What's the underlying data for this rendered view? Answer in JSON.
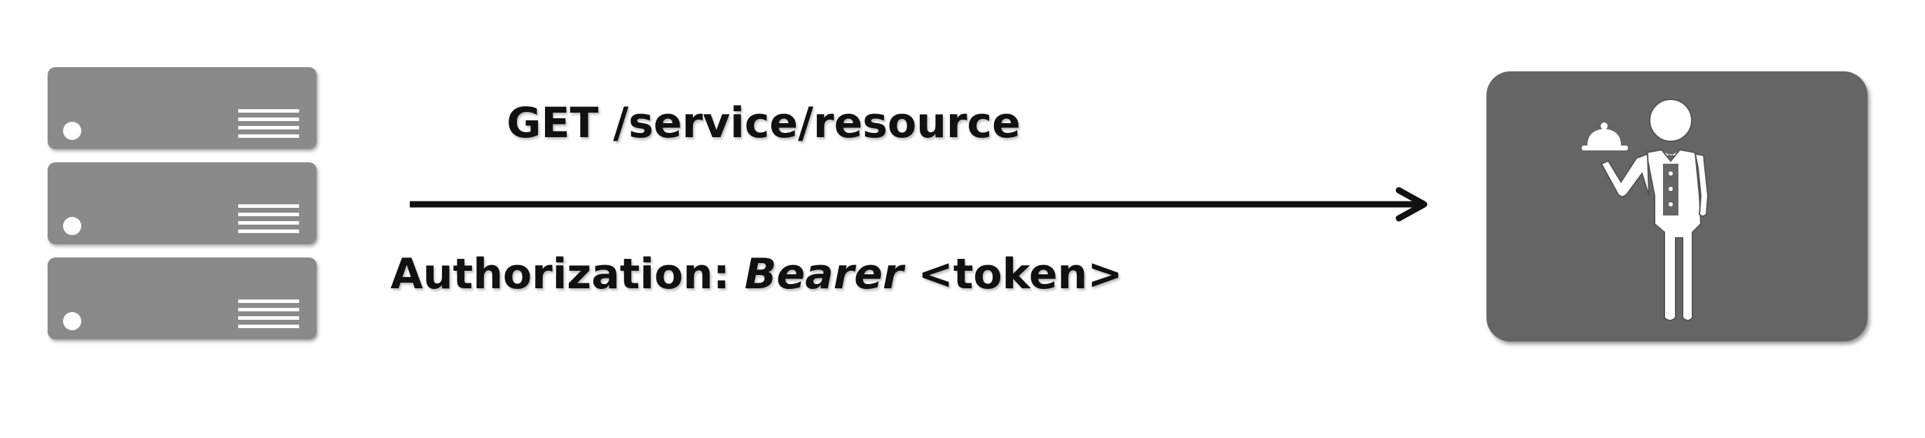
{
  "diagram": {
    "client": {
      "icon": "server-rack-icon",
      "units": 3
    },
    "request": {
      "method_path": "GET /service/resource",
      "header_name": "Authorization:",
      "scheme": "Bearer",
      "token": "<token>"
    },
    "service": {
      "icon": "waiter-icon"
    },
    "colors": {
      "server": "#8a8a8a",
      "service_box": "#656565",
      "text": "#111111",
      "arrow": "#111111"
    }
  }
}
